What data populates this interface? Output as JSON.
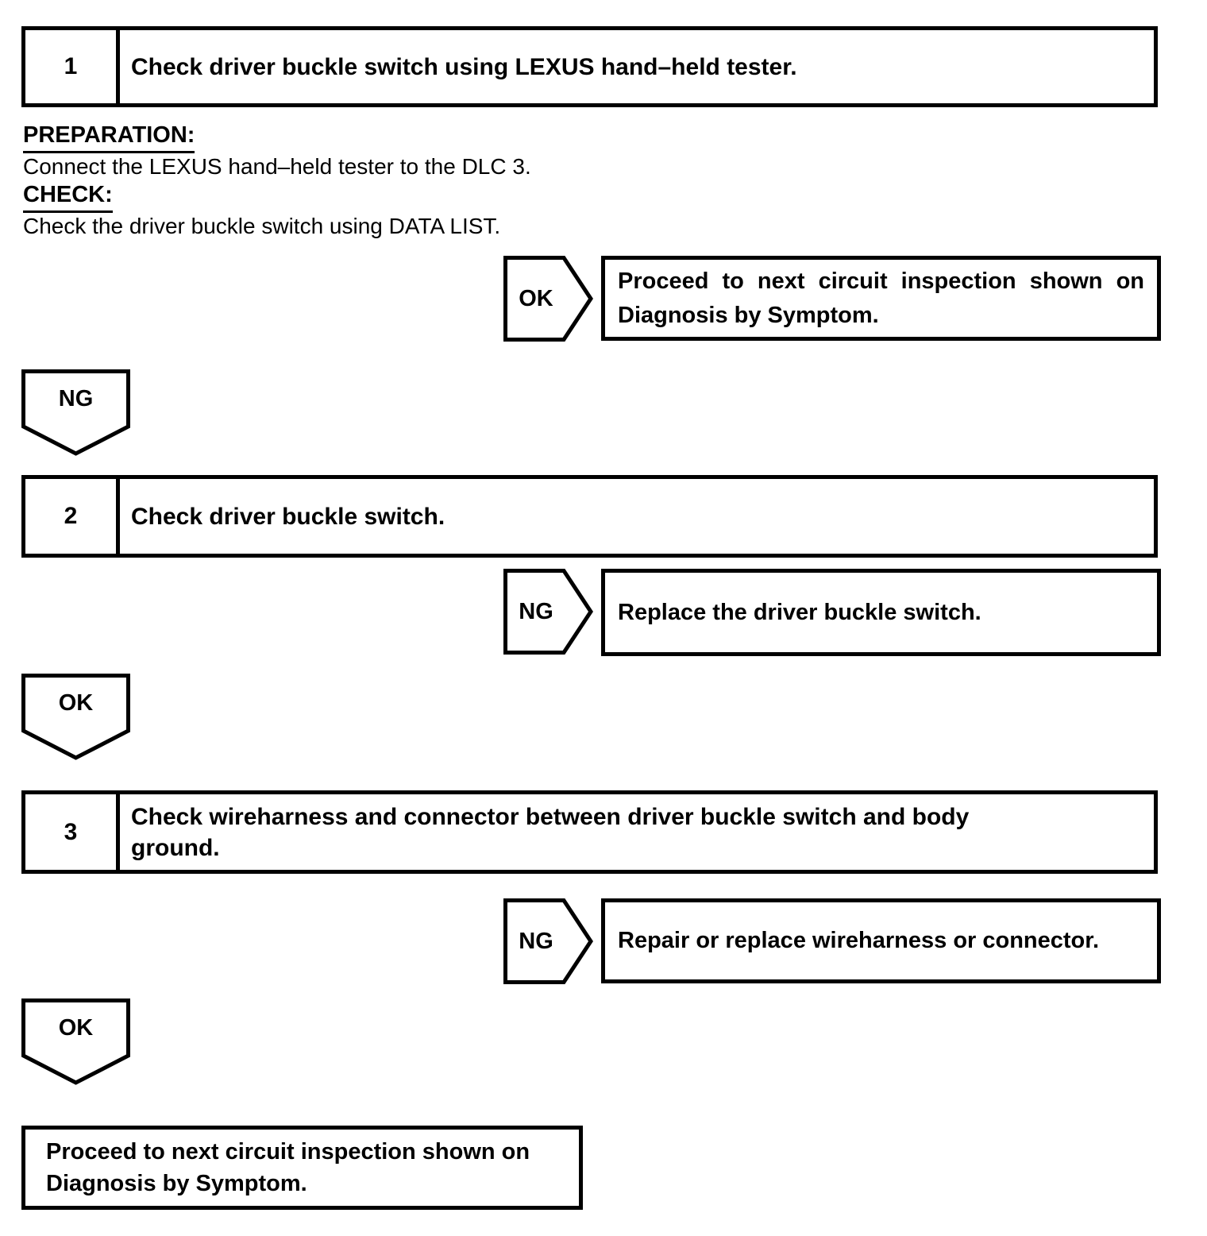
{
  "page": {
    "paper_color": "#ffffff",
    "ink_color": "#000000"
  },
  "steps": [
    {
      "number": "1",
      "title_lines": [
        "Check driver buckle switch using LEXUS hand–held tester."
      ]
    },
    {
      "number": "2",
      "title_lines": [
        "Check driver buckle switch."
      ]
    },
    {
      "number": "3",
      "title_lines": [
        "Check wireharness and connector between driver buckle switch and body",
        "ground."
      ]
    }
  ],
  "preparation": {
    "label": "PREPARATION:",
    "text": "Connect the LEXUS hand–held tester to the DLC 3."
  },
  "check": {
    "label": "CHECK:",
    "text": "Check the driver buckle switch using DATA LIST."
  },
  "branches": [
    {
      "condition": "OK",
      "action_lines": [
        "Proceed to next circuit inspection shown on",
        "Diagnosis by Symptom."
      ]
    },
    {
      "condition": "NG",
      "action_lines": [
        "Replace the driver buckle switch."
      ]
    },
    {
      "condition": "NG",
      "action_lines": [
        "Repair or replace wireharness or connector."
      ]
    }
  ],
  "down_connectors": [
    {
      "label": "NG"
    },
    {
      "label": "OK"
    },
    {
      "label": "OK"
    }
  ],
  "final_box": {
    "lines": [
      "Proceed to next circuit inspection shown on",
      "Diagnosis by Symptom."
    ]
  }
}
